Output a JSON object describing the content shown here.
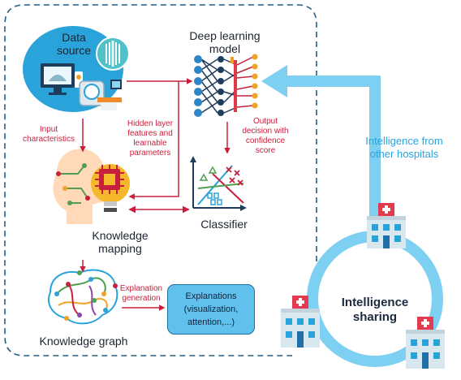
{
  "labels": {
    "data_source": [
      "Data",
      "source"
    ],
    "deep_learning_model": [
      "Deep learning",
      "model"
    ],
    "input_characteristics": [
      "Input",
      "characteristics"
    ],
    "hidden_layer": [
      "Hidden layer",
      "features and",
      "learnable",
      "parameters"
    ],
    "output_decision": [
      "Output",
      "decision with",
      "confidence",
      "score"
    ],
    "classifier": "Classifier",
    "knowledge_mapping": [
      "Knowledge",
      "mapping"
    ],
    "explanation_generation": [
      "Explanation",
      "generation"
    ],
    "knowledge_graph": "Knowledge graph",
    "explanations_box": [
      "Explanations",
      "(visualization,",
      "attention,...)"
    ],
    "intelligence_from": [
      "Intelligence from",
      "other hospitals"
    ],
    "intelligence_sharing": [
      "Intelligence",
      "sharing"
    ]
  },
  "colors": {
    "arrow_red": "#c8203c",
    "ring_blue": "#7ed0f2",
    "frame_border": "#1f5f86",
    "label_blue": "#2aa3db",
    "box_fill": "#60c1ee"
  },
  "icons": [
    "monitor-icon",
    "xray-icon",
    "mri-scanner-icon",
    "neural-network-icon",
    "scatter-classifier-icon",
    "head-chip-bulb-icon",
    "knowledge-graph-icon",
    "hospital-icon"
  ]
}
